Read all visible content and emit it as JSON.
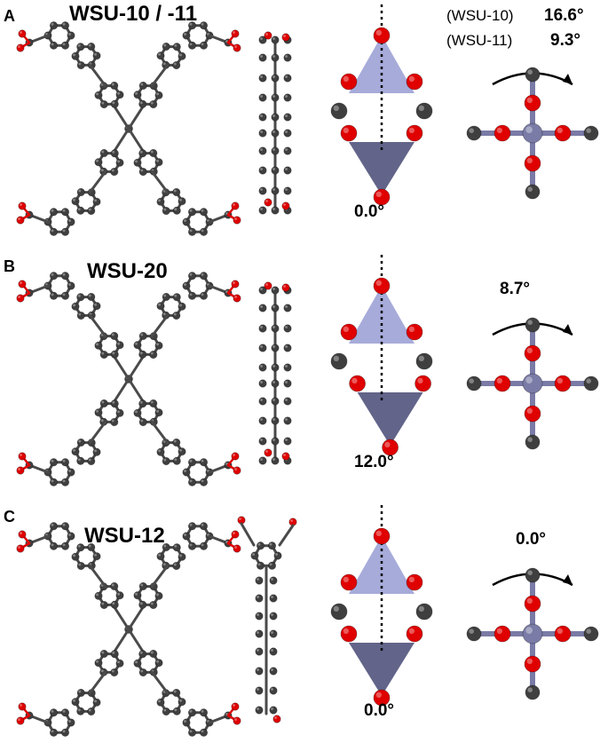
{
  "panels": {
    "a": {
      "letter": "A",
      "title": "WSU-10 / -11",
      "trigonal_angle": "0.0°",
      "twist_lines": [
        {
          "name": "(WSU-10)",
          "value": "16.6°"
        },
        {
          "name": "(WSU-11)",
          "value": "9.3°"
        }
      ]
    },
    "b": {
      "letter": "B",
      "title": "WSU-20",
      "trigonal_angle": "12.0°",
      "twist_angle": "8.7°"
    },
    "c": {
      "letter": "C",
      "title": "WSU-12",
      "trigonal_angle": "0.0°",
      "twist_angle": "0.0°"
    }
  },
  "colors": {
    "carbon": "#3f3f3f",
    "oxygen": "#e00000",
    "metal": "#7a7ba6",
    "triangle_top": "#9da2d6",
    "triangle_bottom": "#5a5c83",
    "bond": "#4a4a4a"
  }
}
